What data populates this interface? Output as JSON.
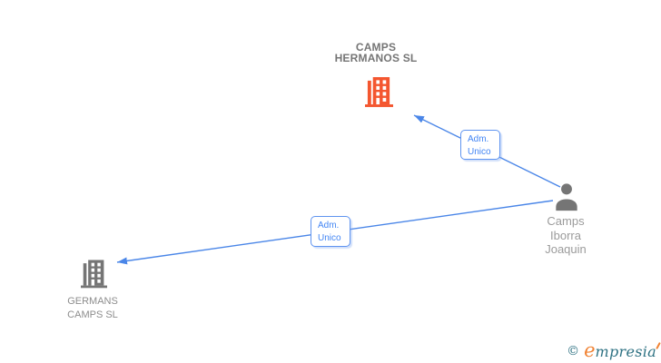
{
  "diagram": {
    "arrow_color": "#4a86e8",
    "background": "#ffffff",
    "company_top": {
      "name": "CAMPS HERMANOS SL",
      "line1": "CAMPS",
      "line2": "HERMANOS SL",
      "icon": "building-icon",
      "icon_color": "#f4562f",
      "text_color": "#757575"
    },
    "company_bottom": {
      "name": "GERMANS CAMPS SL",
      "line1": "GERMANS",
      "line2": "CAMPS SL",
      "icon": "building-icon",
      "icon_color": "#757575",
      "text_color": "#8d8d8d"
    },
    "person": {
      "name": "Camps Iborra Joaquin",
      "line1": "Camps",
      "line2": "Iborra",
      "line3": "Joaquin",
      "icon": "person-icon",
      "icon_color": "#757575",
      "text_color": "#9b9b9b"
    },
    "relations": [
      {
        "from": "Camps Iborra Joaquin",
        "to": "CAMPS HERMANOS SL",
        "label_line1": "Adm.",
        "label_line2": "Unico"
      },
      {
        "from": "Camps Iborra Joaquin",
        "to": "GERMANS CAMPS SL",
        "label_line1": "Adm.",
        "label_line2": "Unico"
      }
    ],
    "label_box": {
      "border_color": "#5f94f0",
      "text_color": "#4285f4",
      "background": "#ffffff"
    }
  },
  "watermark": {
    "symbol": "©",
    "brand_initial": "e",
    "brand_rest": "mpresia",
    "symbol_color": "#2e7283",
    "initial_color": "#f08233",
    "rest_color": "#2e7283"
  }
}
